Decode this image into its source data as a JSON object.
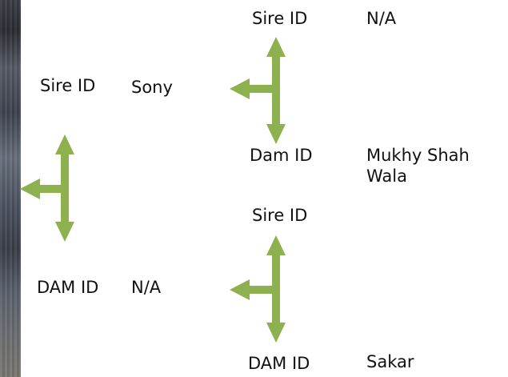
{
  "colors": {
    "arrow": "#8db14e",
    "background_photo": "#3e4450"
  },
  "pedigree": {
    "sire": {
      "key": "Sire ID",
      "value": "Sony"
    },
    "dam": {
      "key": "DAM ID",
      "value": "N/A"
    },
    "sire_sire": {
      "key": "Sire ID",
      "value": "N/A"
    },
    "sire_dam": {
      "key": "Dam ID",
      "value": "Mukhy Shah Wala"
    },
    "dam_sire": {
      "key": "Sire ID",
      "value": ""
    },
    "dam_dam": {
      "key": "DAM ID",
      "value": "Sakar"
    }
  }
}
